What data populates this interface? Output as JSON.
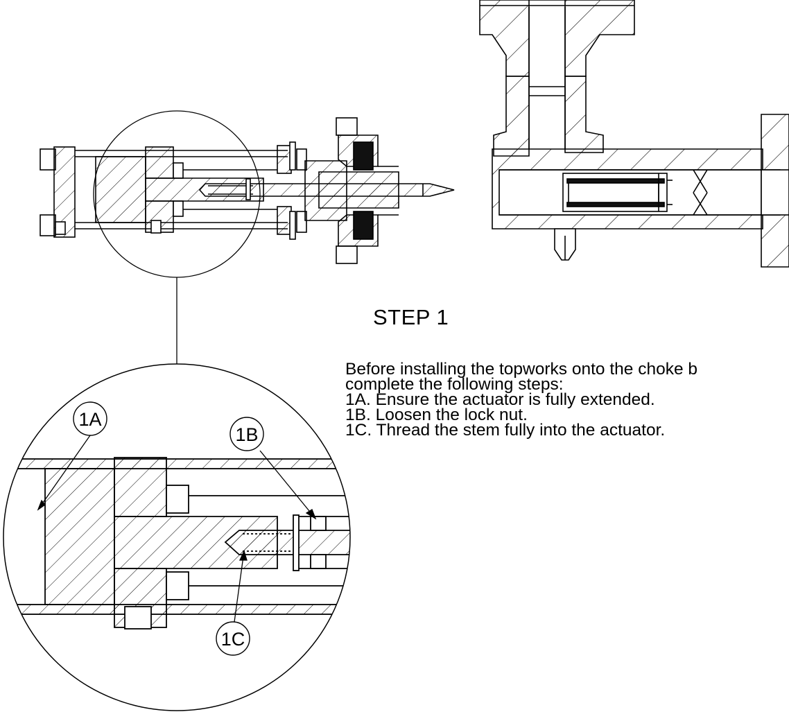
{
  "step": {
    "title": "STEP 1",
    "intro_line1": "Before installing the topworks onto the choke b",
    "intro_line2": "complete the following steps:",
    "items": [
      "1A.  Ensure the actuator is fully extended.",
      "1B.  Loosen the lock nut.",
      "1C.  Thread the stem fully into the actuator."
    ]
  },
  "callouts": {
    "a": "1A",
    "b": "1B",
    "c": "1C"
  },
  "colors": {
    "line": "#000000",
    "background": "#ffffff"
  }
}
